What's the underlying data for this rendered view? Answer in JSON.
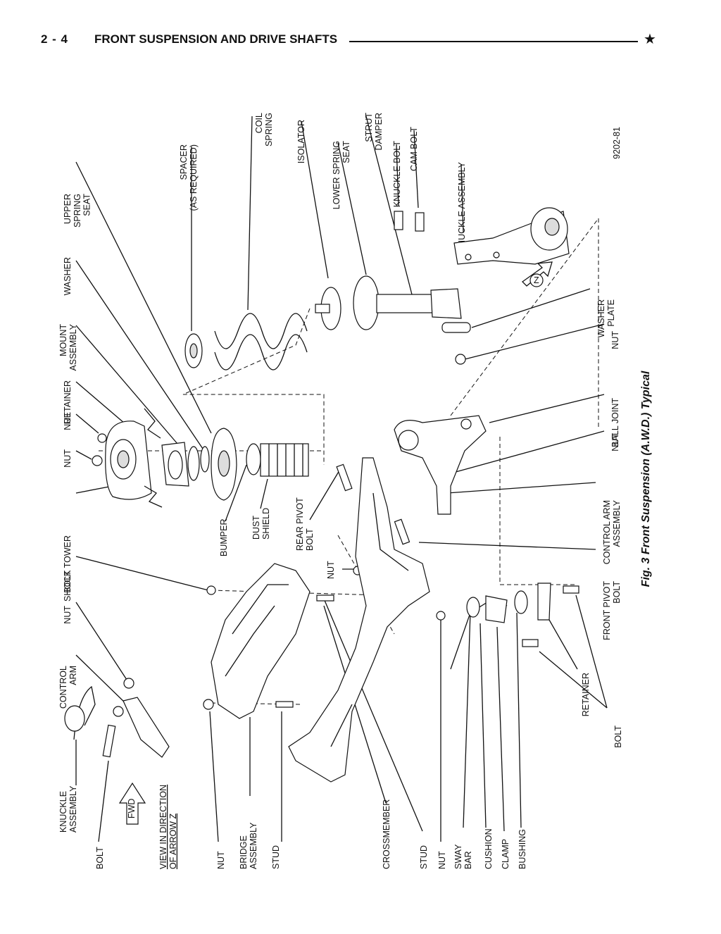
{
  "header": {
    "page_number": "2 - 4",
    "title": "FRONT SUSPENSION AND DRIVE SHAFTS",
    "star": "★"
  },
  "figure": {
    "caption": "Fig. 3 Front Suspension (A.W.D.) Typical",
    "ref_code": "9202-81",
    "view_lines": [
      "VIEW IN DIRECTION",
      "OF ARROW Z"
    ],
    "arrow_fwd": "FWD",
    "arrow_z": "Z",
    "labels": {
      "upper_spring_seat": [
        "UPPER",
        "SPRING",
        "SEAT"
      ],
      "spacer": [
        "SPACER",
        "(AS REQUIRED)"
      ],
      "coil_spring": [
        "COIL",
        "SPRING"
      ],
      "isolator": [
        "ISOLATOR"
      ],
      "lower_spring_seat": [
        "LOWER SPRING",
        "SEAT"
      ],
      "strut_damper": [
        "STRUT",
        "DAMPER"
      ],
      "knuckle_bolt": [
        "KNUCKLE BOLT"
      ],
      "cam_bolt": [
        "CAM BOLT"
      ],
      "knuckle_assembly_top": [
        "KNUCKLE ASSEMBLY"
      ],
      "washer_plate": [
        "WASHER",
        "PLATE"
      ],
      "nut_right_top": [
        "NUT"
      ],
      "ball_joint": [
        "BALL JOINT"
      ],
      "nut_right_mid": [
        "NUT"
      ],
      "control_arm_assembly": [
        "CONTROL ARM",
        "ASSEMBLY"
      ],
      "front_pivot_bolt": [
        "FRONT PIVOT",
        "BOLT"
      ],
      "retainer_right": [
        "RETAINER"
      ],
      "bolt_right": [
        "BOLT"
      ],
      "washer": [
        "WASHER"
      ],
      "mount_assembly": [
        "MOUNT",
        "ASSEMBLY"
      ],
      "retainer_left": [
        "RETAINER"
      ],
      "nut_top_a": [
        "NUT"
      ],
      "nut_top_b": [
        "NUT"
      ],
      "shock_tower": [
        "SHOCK TOWER"
      ],
      "bolt_top": [
        "BOLT"
      ],
      "nut_top_c": [
        "NUT"
      ],
      "control_arm_left": [
        "CONTROL",
        "ARM"
      ],
      "bumper": [
        "BUMPER"
      ],
      "dust_shield": [
        "DUST",
        "SHIELD"
      ],
      "rear_pivot_bolt": [
        "REAR PIVOT",
        "BOLT"
      ],
      "nut_mid": [
        "NUT"
      ],
      "knuckle_assembly_left": [
        "KNUCKLE",
        "ASSEMBLY"
      ],
      "bolt_bottom_left": [
        "BOLT"
      ],
      "nut_bottom": [
        "NUT"
      ],
      "bridge_assembly": [
        "BRIDGE",
        "ASSEMBLY"
      ],
      "stud_left": [
        "STUD"
      ],
      "crossmember": [
        "CROSSMEMBER"
      ],
      "stud_right": [
        "STUD"
      ],
      "nut_bottom_right": [
        "NUT"
      ],
      "sway_bar": [
        "SWAY",
        "BAR"
      ],
      "cushion": [
        "CUSHION"
      ],
      "clamp": [
        "CLAMP"
      ],
      "bushing": [
        "BUSHING"
      ]
    }
  }
}
